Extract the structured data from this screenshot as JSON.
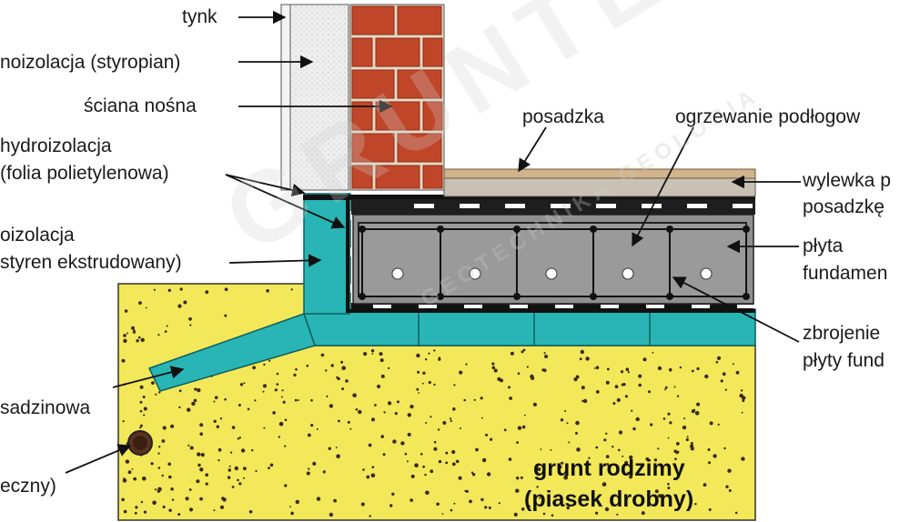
{
  "labels": {
    "tynk": "tynk",
    "termoizolacja": "noizolacja (styropian)",
    "sciana": "ściana nośna",
    "hydro_1": "hydroizolacja",
    "hydro_2": "(folia polietylenowa)",
    "izolacja_1": "oizolacja",
    "izolacja_2": "styren ekstrudowany)",
    "drenaz_1": "sadzinowa",
    "drenaz_2": "eczny)",
    "posadzka": "posadzka",
    "ogrzewanie": "ogrzewanie podłogow",
    "wylewka_1": "wylewka p",
    "wylewka_2": "posadzkę",
    "plyta_1": "płyta",
    "plyta_2": "fundamen",
    "zbrojenie_1": "zbrojenie",
    "zbrojenie_2": "płyty fund",
    "grunt_1": "grunt rodzimy",
    "grunt_2": "(piasek drobny)"
  },
  "watermark": "GRUNTEST",
  "watermark_2": "GEOTECHNIKA GEOLOGIA",
  "colors": {
    "sand": "#f2e85a",
    "xps": "#29b5b5",
    "brick": "#c0462a",
    "mortar": "#e8d8c0",
    "plaster": "#f0f0f0",
    "slab": "#8c8c8c",
    "screed": "#c9c2b4",
    "floor": "#d2b48c",
    "membrane": "#111111"
  }
}
